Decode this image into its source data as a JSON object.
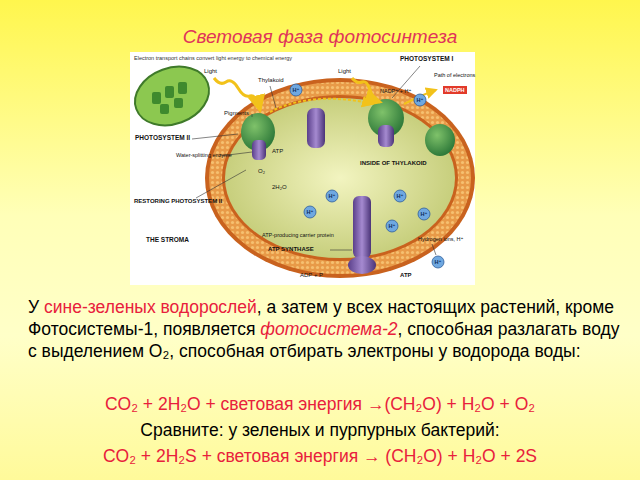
{
  "diagram": {
    "title": "Световая фаза фотосинтеза",
    "labels": [
      "Electron transport chains convert light energy to chemical energy",
      "PHOTOSYSTEM I",
      "Light",
      "Thylakoid",
      "Light",
      "Path of electrons",
      "NADP⁺ + H⁺",
      "NADPH",
      "Pigments",
      "PHOTOSYSTEM II",
      "Water-splitting enzyme",
      "ATP",
      "O₂",
      "2H₂O",
      "RESTORING PHOTOSYSTEM II",
      "INSIDE OF THYLAKOID",
      "THE STROMA",
      "ATP-producing carrier protein",
      "ATP SYNTHASE",
      "Hydrogen ions, H⁺",
      "ADP + P",
      "ATP",
      "H⁺",
      "H⁺",
      "H⁺",
      "H⁺",
      "H⁺",
      "H⁺",
      "H⁺",
      "H⁺",
      "У ",
      "сине-зеленых водорослей",
      ", а затем у всех настоящих растений, кроме Фотосистемы-1, появляется ",
      "фотосистема-2",
      ", способная разлагать воду с выделением O₂, способная отбирать электроны у водорода воды:",
      "CO₂ + 2H₂O + световая энергия →(CH₂O) + H₂O + O₂",
      "Сравните: у зеленых и пурпурных бактерий:",
      "CO₂ + 2H₂S + световая энергия → (CH₂O) + H₂O + 2S"
    ]
  }
}
